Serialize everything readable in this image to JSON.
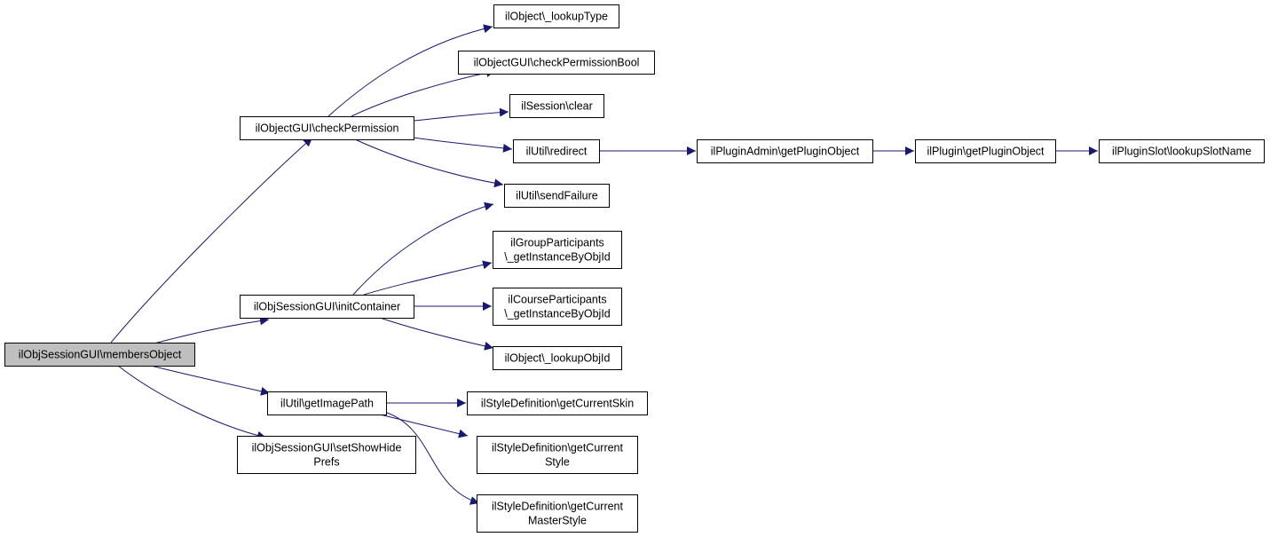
{
  "graph": {
    "root": "membersObject",
    "nodes": [
      {
        "id": "membersObject",
        "lines": [
          "ilObjSessionGUI\\membersObject"
        ],
        "highlighted": true
      },
      {
        "id": "checkPermission",
        "lines": [
          "ilObjectGUI\\checkPermission"
        ]
      },
      {
        "id": "initContainer",
        "lines": [
          "ilObjSessionGUI\\initContainer"
        ]
      },
      {
        "id": "getImagePath",
        "lines": [
          "ilUtil\\getImagePath"
        ]
      },
      {
        "id": "setShowHidePrefs",
        "lines": [
          "ilObjSessionGUI\\setShowHide",
          "Prefs"
        ]
      },
      {
        "id": "lookupType",
        "lines": [
          "ilObject\\_lookupType"
        ]
      },
      {
        "id": "checkPermissionBool",
        "lines": [
          "ilObjectGUI\\checkPermissionBool"
        ]
      },
      {
        "id": "sessionClear",
        "lines": [
          "ilSession\\clear"
        ]
      },
      {
        "id": "redirect",
        "lines": [
          "ilUtil\\redirect"
        ]
      },
      {
        "id": "sendFailure",
        "lines": [
          "ilUtil\\sendFailure"
        ]
      },
      {
        "id": "groupParticipants",
        "lines": [
          "ilGroupParticipants",
          "\\_getInstanceByObjId"
        ]
      },
      {
        "id": "courseParticipants",
        "lines": [
          "ilCourseParticipants",
          "\\_getInstanceByObjId"
        ]
      },
      {
        "id": "lookupObjId",
        "lines": [
          "ilObject\\_lookupObjId"
        ]
      },
      {
        "id": "getCurrentSkin",
        "lines": [
          "ilStyleDefinition\\getCurrentSkin"
        ]
      },
      {
        "id": "getCurrentStyle",
        "lines": [
          "ilStyleDefinition\\getCurrent",
          "Style"
        ]
      },
      {
        "id": "getCurrentMasterStyle",
        "lines": [
          "ilStyleDefinition\\getCurrent",
          "MasterStyle"
        ]
      },
      {
        "id": "pluginAdminGetPluginObject",
        "lines": [
          "ilPluginAdmin\\getPluginObject"
        ]
      },
      {
        "id": "pluginGetPluginObject",
        "lines": [
          "ilPlugin\\getPluginObject"
        ]
      },
      {
        "id": "lookupSlotName",
        "lines": [
          "ilPluginSlot\\lookupSlotName"
        ]
      }
    ],
    "edges": [
      {
        "from": "membersObject",
        "to": "checkPermission"
      },
      {
        "from": "membersObject",
        "to": "initContainer"
      },
      {
        "from": "membersObject",
        "to": "getImagePath"
      },
      {
        "from": "membersObject",
        "to": "setShowHidePrefs"
      },
      {
        "from": "checkPermission",
        "to": "lookupType"
      },
      {
        "from": "checkPermission",
        "to": "checkPermissionBool"
      },
      {
        "from": "checkPermission",
        "to": "sessionClear"
      },
      {
        "from": "checkPermission",
        "to": "redirect"
      },
      {
        "from": "checkPermission",
        "to": "sendFailure"
      },
      {
        "from": "initContainer",
        "to": "sendFailure"
      },
      {
        "from": "initContainer",
        "to": "groupParticipants"
      },
      {
        "from": "initContainer",
        "to": "courseParticipants"
      },
      {
        "from": "initContainer",
        "to": "lookupObjId"
      },
      {
        "from": "getImagePath",
        "to": "getCurrentSkin"
      },
      {
        "from": "getImagePath",
        "to": "getCurrentStyle"
      },
      {
        "from": "getImagePath",
        "to": "getCurrentMasterStyle"
      },
      {
        "from": "redirect",
        "to": "pluginAdminGetPluginObject"
      },
      {
        "from": "pluginAdminGetPluginObject",
        "to": "pluginGetPluginObject"
      },
      {
        "from": "pluginGetPluginObject",
        "to": "lookupSlotName"
      }
    ]
  },
  "colors": {
    "edge": "#191970",
    "node_fill": "#ffffff",
    "root_fill": "#bfbfbf",
    "border": "#000000"
  }
}
